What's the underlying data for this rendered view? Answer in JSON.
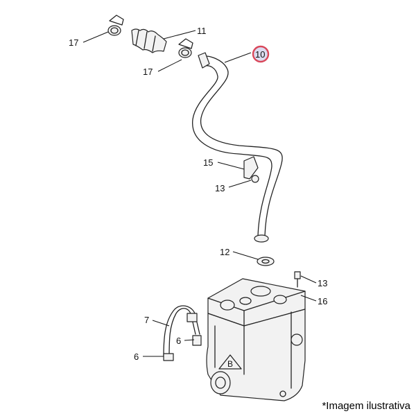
{
  "callouts": {
    "c17a": "17",
    "c11": "11",
    "c17b": "17",
    "c10": "10",
    "c15": "15",
    "c13a": "13",
    "c12": "12",
    "c13b": "13",
    "c16": "16",
    "c7": "7",
    "c6a": "6",
    "c6b": "6",
    "cB": "B"
  },
  "highlight_color": "#d9475a",
  "caption": "*Imagem ilustrativa"
}
